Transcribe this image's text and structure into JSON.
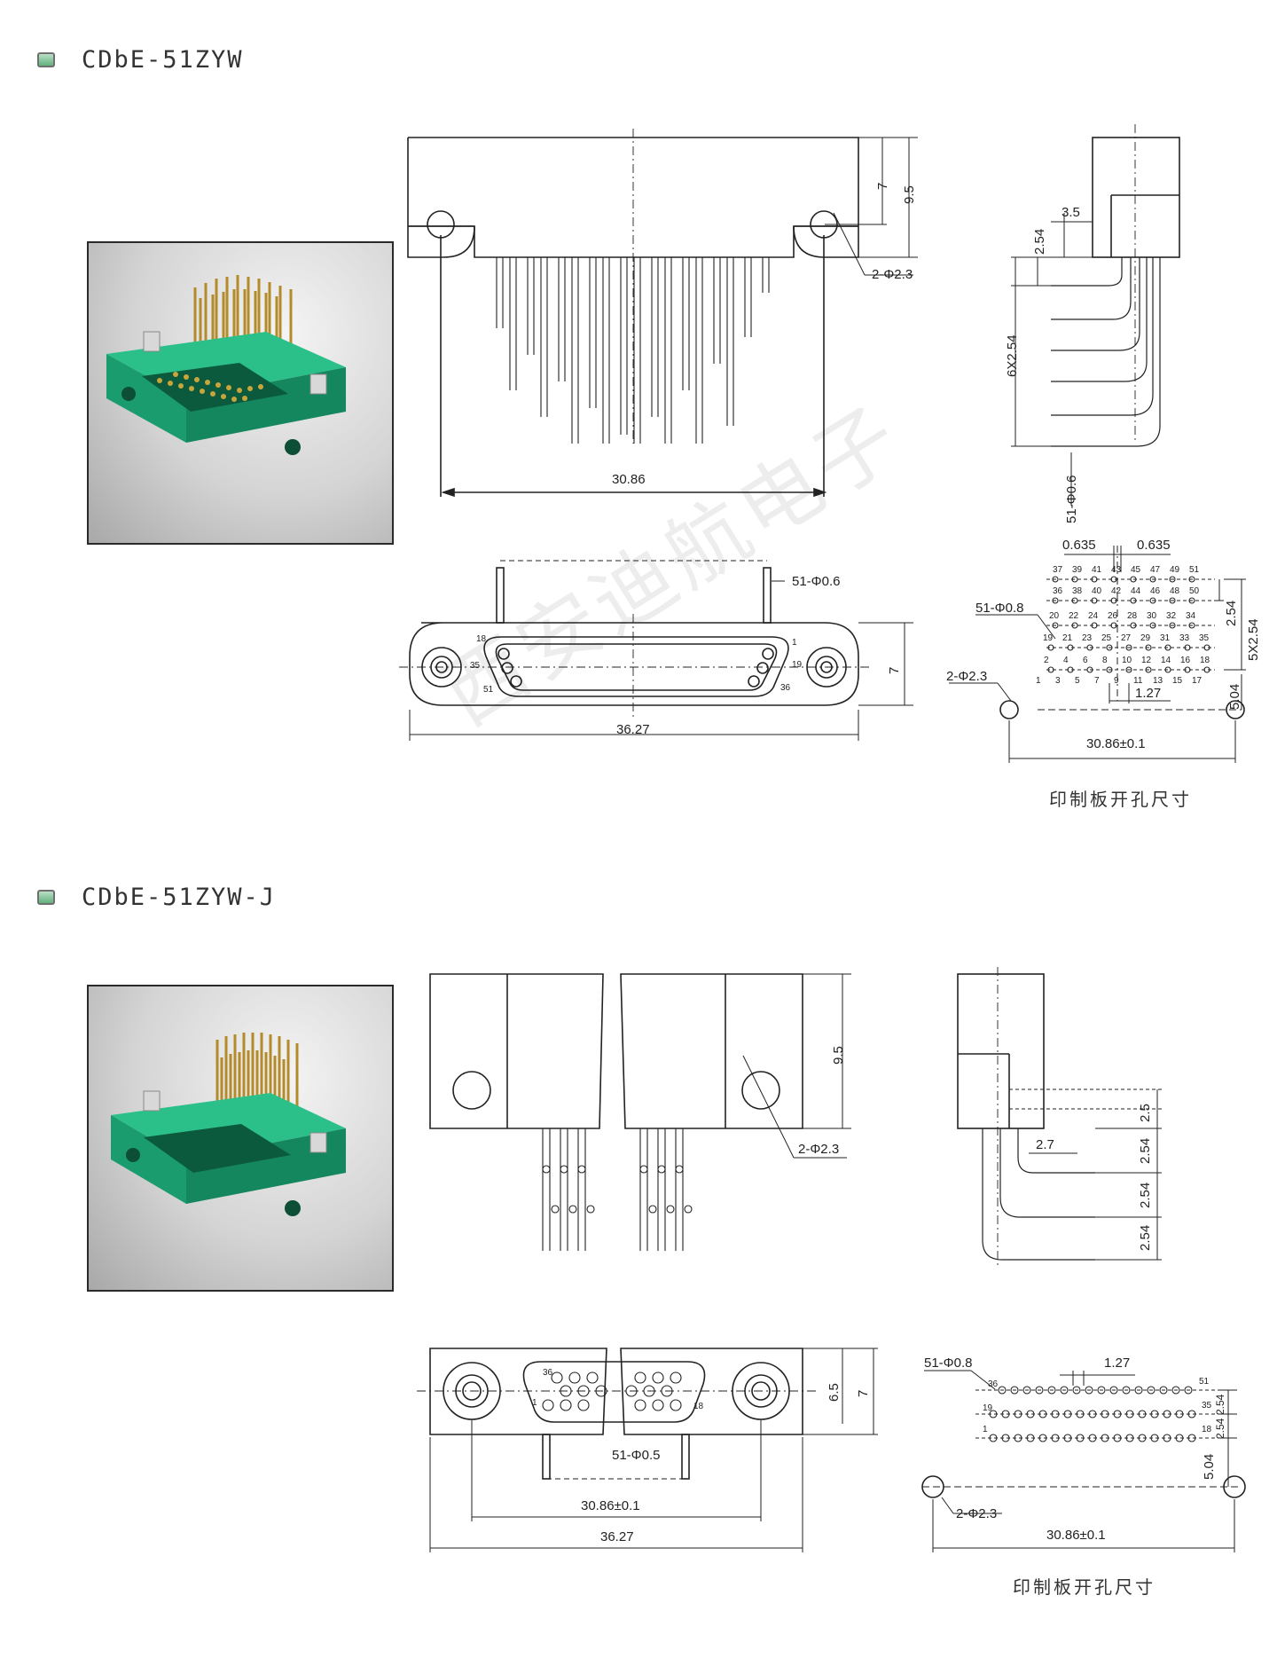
{
  "sections": [
    {
      "title": "CDbE-51ZYW",
      "dims": {
        "front_h7": "7",
        "front_h95": "9.5",
        "hole": "2-Φ2.3",
        "pitch_width": "30.86",
        "side_35": "3.5",
        "side_254": "2.54",
        "side_6x254": "6X2.54",
        "side_pin": "51-Φ0.6",
        "bottom_pin": "51-Φ0.6",
        "bottom_h7": "7",
        "bottom_width": "36.27",
        "pcb_0635a": "0.635",
        "pcb_0635b": "0.635",
        "pcb_hole": "51-Φ0.8",
        "pcb_mount": "2-Φ2.3",
        "pcb_254": "2.54",
        "pcb_5x254": "5X2.54",
        "pcb_127": "1.27",
        "pcb_504": "5.04",
        "pcb_width": "30.86±0.1"
      },
      "pin_labels": {
        "p18": "18",
        "p35": "35",
        "p51": "51",
        "p1": "1",
        "p19": "19",
        "p36": "36"
      },
      "pcb_rows": [
        [
          "37",
          "39",
          "41",
          "43",
          "45",
          "47",
          "49",
          "51"
        ],
        [
          "36",
          "38",
          "40",
          "42",
          "44",
          "46",
          "48",
          "50"
        ],
        [
          "20",
          "22",
          "24",
          "26",
          "28",
          "30",
          "32",
          "34"
        ],
        [
          "19",
          "21",
          "23",
          "25",
          "27",
          "29",
          "31",
          "33",
          "35"
        ],
        [
          "2",
          "4",
          "6",
          "8",
          "10",
          "12",
          "14",
          "16",
          "18"
        ],
        [
          "1",
          "3",
          "5",
          "7",
          "9",
          "11",
          "13",
          "15",
          "17"
        ]
      ],
      "caption": "印制板开孔尺寸"
    },
    {
      "title": "CDbE-51ZYW-J",
      "dims": {
        "front_h95": "9.5",
        "hole": "2-Φ2.3",
        "side_25": "2.5",
        "side_27": "2.7",
        "side_254a": "2.54",
        "side_254b": "2.54",
        "side_254c": "2.54",
        "bottom_65": "6.5",
        "bottom_7": "7",
        "bottom_pin": "51-Φ0.5",
        "bottom_pitch": "30.86±0.1",
        "bottom_width": "36.27",
        "pcb_hole": "51-Φ0.8",
        "pcb_127": "1.27",
        "pcb_254a": "2.54",
        "pcb_254b": "2.54",
        "pcb_504": "5.04",
        "pcb_mount": "2-Φ2.3",
        "pcb_width": "30.86±0.1"
      },
      "pin_labels": {
        "p36": "36",
        "p51": "51",
        "p19": "19",
        "p35": "35",
        "p1": "1",
        "p18": "18"
      },
      "caption": "印制板开孔尺寸"
    }
  ],
  "watermark": "西安迪航电子",
  "colors": {
    "connector": "#1fae7e",
    "pins": "#c9a53a",
    "line": "#222222"
  }
}
